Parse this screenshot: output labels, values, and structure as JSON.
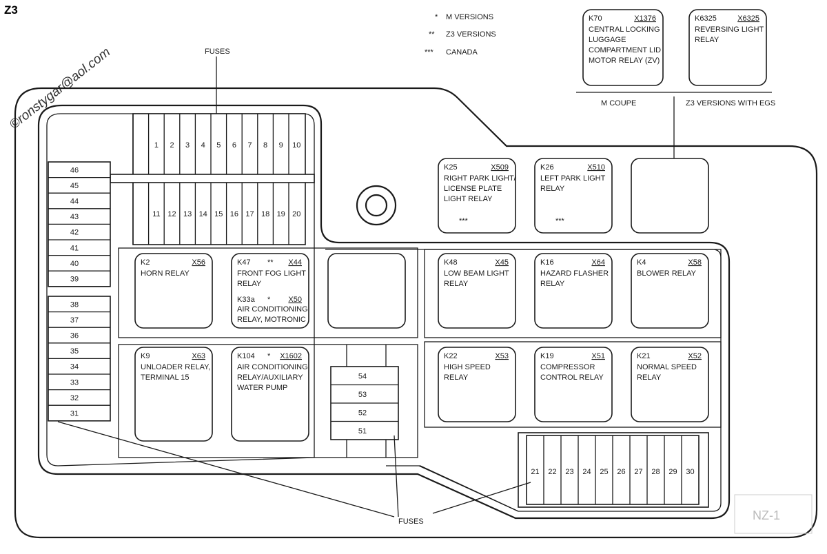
{
  "model": "Z3",
  "watermark": "©ronstygar@aol.com",
  "legend": [
    {
      "mark": "*",
      "text": "M VERSIONS"
    },
    {
      "mark": "**",
      "text": "Z3 VERSIONS"
    },
    {
      "mark": "***",
      "text": "CANADA"
    }
  ],
  "labels": {
    "fuses_top": "FUSES",
    "fuses_bottom": "FUSES",
    "m_coupe": "M COUPE",
    "z3_egs": "Z3 VERSIONS WITH EGS"
  },
  "fuses": {
    "top_row": [
      "1",
      "2",
      "3",
      "4",
      "5",
      "6",
      "7",
      "8",
      "9",
      "10"
    ],
    "second_row": [
      "11",
      "12",
      "13",
      "14",
      "15",
      "16",
      "17",
      "18",
      "19",
      "20"
    ],
    "bottom_row": [
      "21",
      "22",
      "23",
      "24",
      "25",
      "26",
      "27",
      "28",
      "29",
      "30"
    ],
    "left_upper": [
      "46",
      "45",
      "44",
      "43",
      "42",
      "41",
      "40",
      "39"
    ],
    "left_lower": [
      "38",
      "37",
      "36",
      "35",
      "34",
      "33",
      "32",
      "31"
    ],
    "middle": [
      "54",
      "53",
      "52",
      "51"
    ]
  },
  "relays": {
    "k70": {
      "id": "K70",
      "code": "X1376",
      "lines": [
        "CENTRAL LOCKING",
        "LUGGAGE",
        "COMPARTMENT LID",
        "MOTOR RELAY (ZV)"
      ]
    },
    "k6325": {
      "id": "K6325",
      "code": "X6325",
      "lines": [
        "REVERSING LIGHT",
        "RELAY"
      ]
    },
    "k25": {
      "id": "K25",
      "code": "X509",
      "lines": [
        "RIGHT PARK LIGHT/",
        "LICENSE PLATE",
        "LIGHT RELAY"
      ],
      "mark": "***"
    },
    "k26": {
      "id": "K26",
      "code": "X510",
      "lines": [
        "LEFT PARK LIGHT",
        "RELAY"
      ],
      "mark": "***"
    },
    "k2": {
      "id": "K2",
      "code": "X56",
      "lines": [
        "HORN RELAY"
      ]
    },
    "k47": {
      "id": "K47",
      "mark": "**",
      "code": "X44",
      "lines": [
        "FRONT FOG LIGHT",
        "RELAY"
      ],
      "alt_id": "K33a",
      "alt_mark": "*",
      "alt_code": "X50",
      "alt_lines": [
        "AIR CONDITIONING",
        "RELAY, MOTRONIC"
      ]
    },
    "k48": {
      "id": "K48",
      "code": "X45",
      "lines": [
        "LOW BEAM LIGHT",
        "RELAY"
      ]
    },
    "k16": {
      "id": "K16",
      "code": "X64",
      "lines": [
        "HAZARD FLASHER",
        "RELAY"
      ]
    },
    "k4": {
      "id": "K4",
      "code": "X58",
      "lines": [
        "BLOWER RELAY"
      ]
    },
    "k9": {
      "id": "K9",
      "code": "X63",
      "lines": [
        "UNLOADER RELAY,",
        "TERMINAL 15"
      ]
    },
    "k104": {
      "id": "K104",
      "mark": "*",
      "code": "X1602",
      "lines": [
        "AIR CONDITIONING",
        "RELAY/AUXILIARY",
        "WATER PUMP"
      ]
    },
    "k22": {
      "id": "K22",
      "code": "X53",
      "lines": [
        "HIGH SPEED",
        "RELAY"
      ]
    },
    "k19": {
      "id": "K19",
      "code": "X51",
      "lines": [
        "COMPRESSOR",
        "CONTROL RELAY"
      ]
    },
    "k21": {
      "id": "K21",
      "code": "X52",
      "lines": [
        "NORMAL SPEED",
        "RELAY"
      ]
    }
  },
  "stamp": "NZ-1"
}
